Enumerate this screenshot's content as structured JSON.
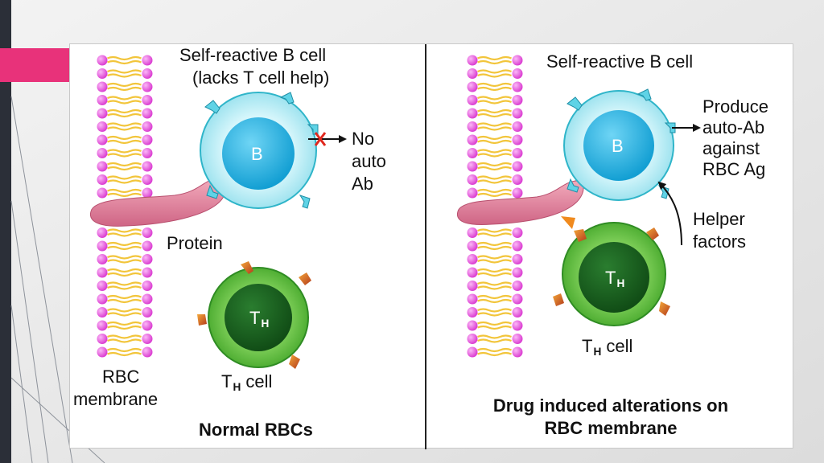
{
  "left_panel": {
    "title_line1": "Self-reactive B cell",
    "title_line2": "(lacks T cell help)",
    "b_cell_label": "B",
    "no_auto_ab": [
      "No",
      "auto",
      "Ab"
    ],
    "protein_label": "Protein",
    "th_label": {
      "main": "T",
      "sub": "H"
    },
    "th_cell_caption": {
      "main": "T",
      "sub": "H",
      "rest": " cell"
    },
    "rbc_membrane_label": [
      "RBC",
      "membrane"
    ],
    "caption": "Normal RBCs"
  },
  "right_panel": {
    "title": "Self-reactive B cell",
    "b_cell_label": "B",
    "produce_text": [
      "Produce",
      "auto-Ab",
      "against",
      "RBC Ag"
    ],
    "helper_factors": [
      "Helper",
      "factors"
    ],
    "th_label": {
      "main": "T",
      "sub": "H"
    },
    "th_cell_caption": {
      "main": "T",
      "sub": "H",
      "rest": " cell"
    },
    "caption_line1": "Drug induced alterations on",
    "caption_line2": "RBC membrane"
  },
  "colors": {
    "lipid_head": "#e84fe0",
    "lipid_tail": "#f2c53b",
    "b_cell_outer": "#bff0f7",
    "b_cell_nucleus": "#1fb6e6",
    "th_outer": "#6cc74a",
    "th_nucleus": "#175e1e",
    "protein": "#e0809a",
    "accent_pink": "#e8327a",
    "no_arrow_x": "#e0281e"
  }
}
